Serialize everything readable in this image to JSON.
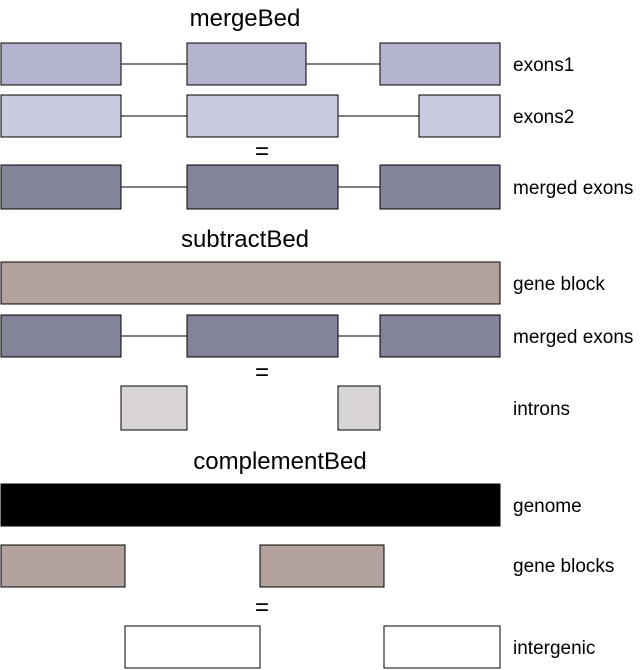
{
  "colors": {
    "exons1": "#b4b4d0",
    "exons2": "#cacadf",
    "merged_exons": "#838399",
    "gene_block": "#b3a19e",
    "introns": "#d8d4d4",
    "genome": "#000000",
    "intergenic": "#ffffff"
  },
  "sections": [
    {
      "title": "mergeBed",
      "rows": [
        {
          "label": "exons1",
          "color_key": "exons1"
        },
        {
          "label": "exons2",
          "color_key": "exons2"
        },
        {
          "equals": "="
        },
        {
          "label": "merged exons",
          "color_key": "merged_exons"
        }
      ]
    },
    {
      "title": "subtractBed",
      "rows": [
        {
          "label": "gene block",
          "color_key": "gene_block"
        },
        {
          "label": "merged exons",
          "color_key": "merged_exons"
        },
        {
          "equals": "="
        },
        {
          "label": "introns",
          "color_key": "introns"
        }
      ]
    },
    {
      "title": "complementBed",
      "rows": [
        {
          "label": "genome",
          "color_key": "genome"
        },
        {
          "label": "gene blocks",
          "color_key": "gene_block"
        },
        {
          "equals": "="
        },
        {
          "label": "intergenic",
          "color_key": "intergenic"
        }
      ]
    }
  ]
}
